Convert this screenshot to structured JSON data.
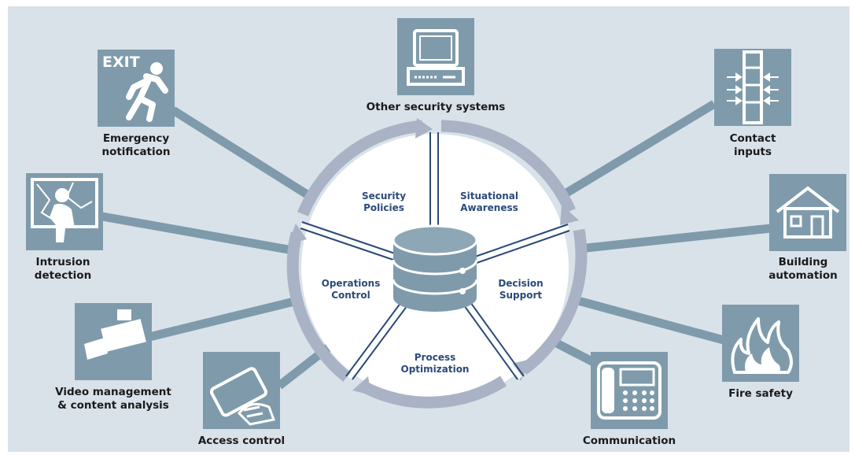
{
  "nodes": {
    "other_security": "Other security systems",
    "emergency": [
      "Emergency",
      "notification"
    ],
    "intrusion": [
      "Intrusion",
      "detection"
    ],
    "video": [
      "Video management",
      "& content analysis"
    ],
    "access": "Access control",
    "contact": [
      "Contact",
      "inputs"
    ],
    "building": [
      "Building",
      "automation"
    ],
    "fire": "Fire safety",
    "communication": "Communication"
  },
  "exit_sign": "EXIT",
  "segments": {
    "security_policies": [
      "Security",
      "Policies"
    ],
    "situational_awareness": [
      "Situational",
      "Awareness"
    ],
    "decision_support": [
      "Decision",
      "Support"
    ],
    "process_optimization": [
      "Process",
      "Optimization"
    ],
    "operations_control": [
      "Operations",
      "Control"
    ]
  },
  "colors": {
    "background": "#d9e2e9",
    "icon_tile": "#7f9bab",
    "ring": "#a9b3c5",
    "spoke": "#2b4a78",
    "segment_text": "#2b4a78"
  }
}
